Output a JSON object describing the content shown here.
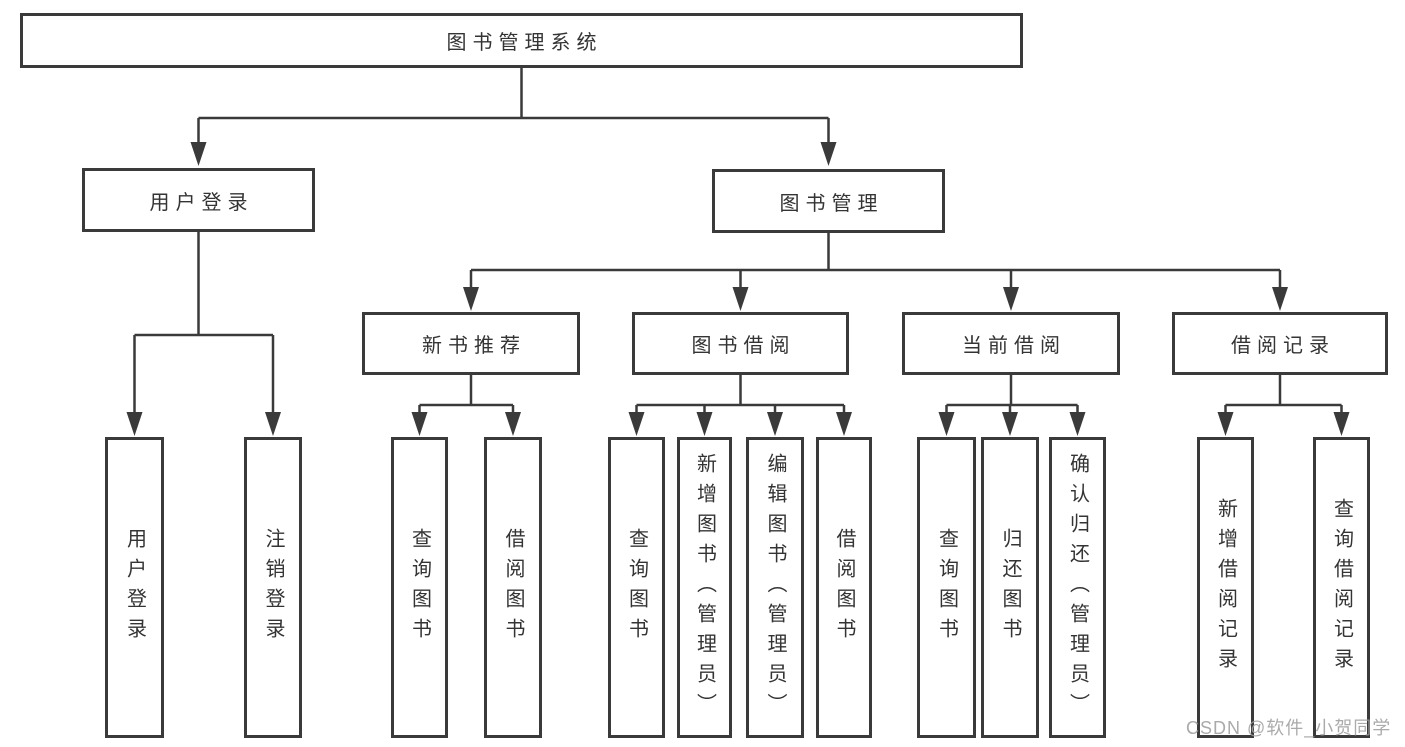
{
  "diagram": {
    "root": {
      "label": "图书管理系统"
    },
    "level2": [
      {
        "label": "用户登录"
      },
      {
        "label": "图书管理"
      }
    ],
    "level3": [
      {
        "label": "新书推荐"
      },
      {
        "label": "图书借阅"
      },
      {
        "label": "当前借阅"
      },
      {
        "label": "借阅记录"
      }
    ],
    "leaf_groups": [
      {
        "parent": "用户登录",
        "items": [
          "用户登录",
          "注销登录"
        ]
      },
      {
        "parent": "新书推荐",
        "items": [
          "查询图书",
          "借阅图书"
        ]
      },
      {
        "parent": "图书借阅",
        "items": [
          "查询图书",
          "新增图书（管理员）",
          "编辑图书（管理员）",
          "借阅图书"
        ]
      },
      {
        "parent": "当前借阅",
        "items": [
          "查询图书",
          "归还图书",
          "确认归还（管理员）"
        ]
      },
      {
        "parent": "借阅记录",
        "items": [
          "新增借阅记录",
          "查询借阅记录"
        ]
      }
    ]
  },
  "watermark": "CSDN @软件_小贺同学",
  "colors": {
    "line": "#3a3a3a",
    "text": "#343434",
    "watermark": "#9e9e9e",
    "background": "#ffffff"
  }
}
